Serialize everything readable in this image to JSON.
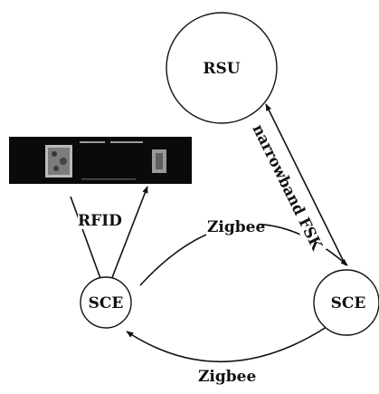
{
  "nodes": {
    "rsu": {
      "label": "RSU"
    },
    "sce_left": {
      "label": "SCE"
    },
    "sce_right": {
      "label": "SCE"
    }
  },
  "edges": {
    "rfid": {
      "label": "RFID"
    },
    "zigbee_top": {
      "label": "Zigbee"
    },
    "zigbee_bottom": {
      "label": "Zigbee"
    },
    "narrowband_fsk": {
      "label": "narrowband FSK"
    }
  },
  "colors": {
    "stroke": "#111111",
    "tag_background": "#0a0a0a",
    "tag_pattern": "#d9d9d9"
  },
  "icons": {
    "rfid_tag": "rfid-tag-image"
  }
}
